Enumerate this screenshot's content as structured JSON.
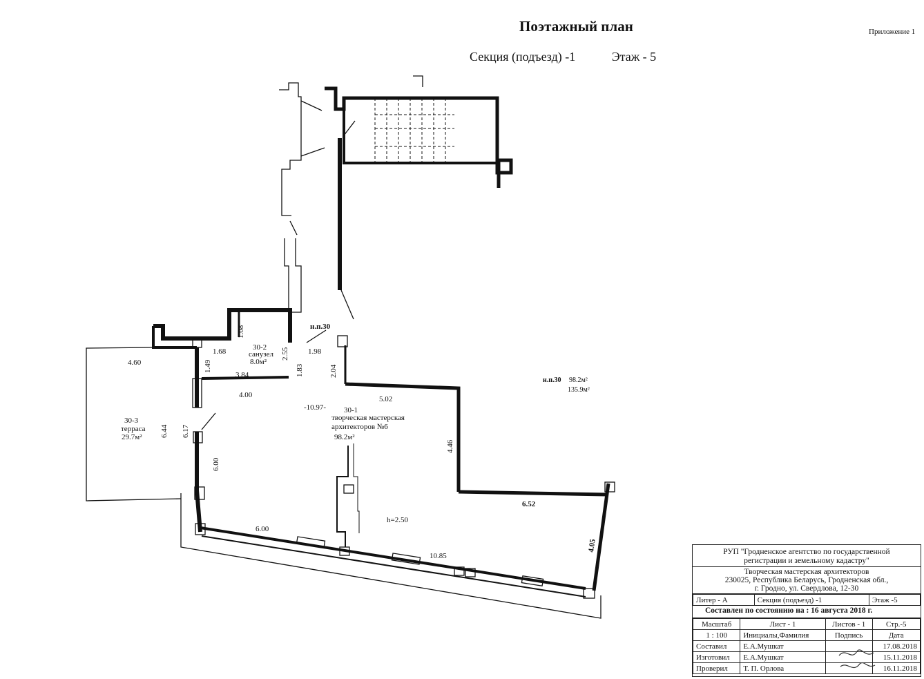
{
  "header": {
    "title": "Поэтажный план",
    "appendix": "Приложение 1",
    "section": "Секция (подъезд) -1",
    "floor": "Этаж - 5"
  },
  "plan": {
    "rooms": {
      "toilet_id": "30-2",
      "toilet_name": "санузел",
      "toilet_area": "8.0м²",
      "terrace_id": "30-3",
      "terrace_name": "терраса",
      "terrace_area": "29.7м²",
      "studio_id": "30-1",
      "studio_name_1": "творческая мастерская",
      "studio_name_2": "архитекторов №6",
      "studio_area": "98.2м²",
      "ceiling_height": "h=2.50"
    },
    "labels": {
      "np_marker": "н.п.30",
      "summary_code": "н.п.30",
      "summary_area_1": "98.2м²",
      "summary_area_2": "135.9м²",
      "total_length": "-10.97-"
    },
    "dimensions": {
      "d_460": "4.60",
      "d_168": "1.68",
      "d_108": "1.08",
      "d_255": "2.55",
      "d_198": "1.98",
      "d_149": "1.49",
      "d_384": "3.84",
      "d_183": "1.83",
      "d_204": "2.04",
      "d_400": "4.00",
      "d_502": "5.02",
      "d_644": "6.44",
      "d_617": "6.17",
      "d_600v": "6.00",
      "d_446": "4.46",
      "d_652": "6.52",
      "d_600h": "6.00",
      "d_1085": "10.85",
      "d_405": "4.05"
    }
  },
  "stamp": {
    "org_line1": "РУП \"Гродненское агентство по государственной",
    "org_line2": "регистрации  и земельному кадастру\"",
    "object_name": "Творческая мастерская архитекторов",
    "address_1": "230025, Республика Беларусь, Гродненская обл.,",
    "address_2": "г. Гродно, ул. Свердлова, 12-30",
    "liter": "Литер - А",
    "section": "Секция (подъезд) -1",
    "floor": "Этаж -5",
    "state": "Составлен по состоянию на : 16 августа  2018 г.",
    "scale_label": "Масштаб",
    "sheet_label": "Лист - 1",
    "sheets_label": "Листов - 1",
    "page_label": "Стр.-5",
    "scale_value": "1 : 100",
    "initials_label": "Инициалы,Фамилия",
    "signature_label": "Подпись",
    "date_label": "Дата",
    "rows": [
      {
        "role": "Составил",
        "name": "Е.А.Мушкат",
        "date": "17.08.2018"
      },
      {
        "role": "Изготовил",
        "name": "Е.А.Мушкат",
        "date": "15.11.2018"
      },
      {
        "role": "Проверил",
        "name": "Т. П. Орлова",
        "date": "16.11.2018"
      }
    ]
  }
}
